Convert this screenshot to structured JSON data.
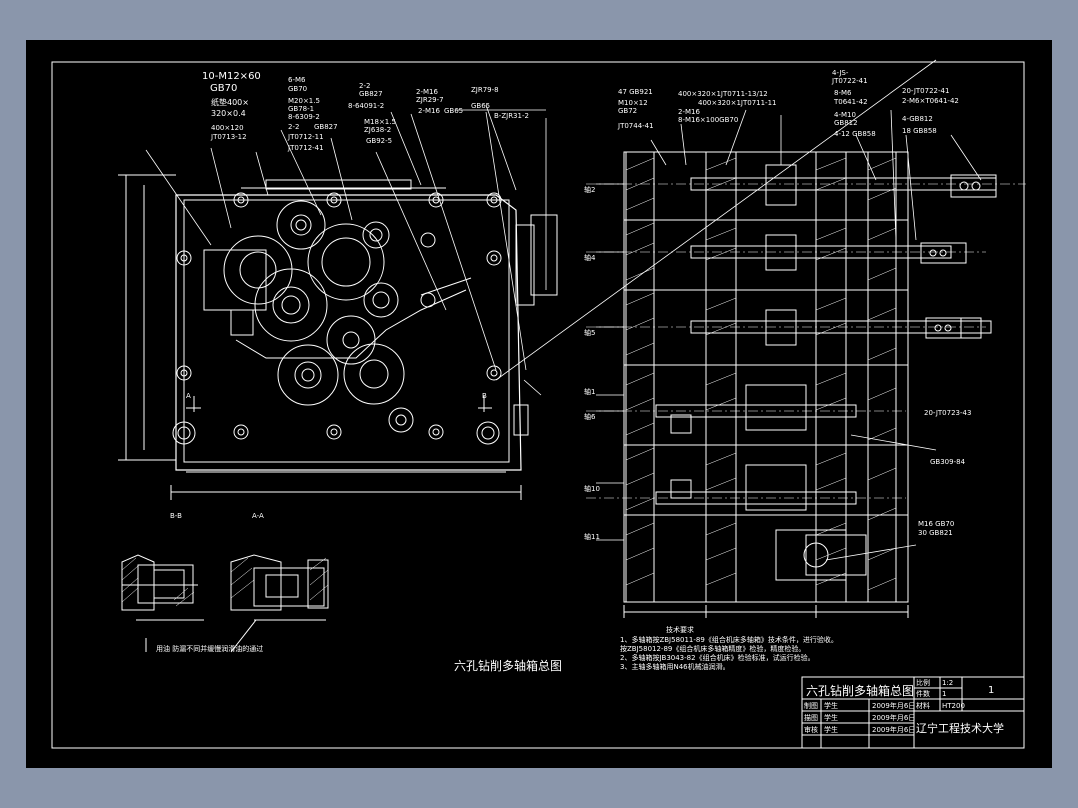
{
  "colors": {
    "frame_bg": "#8a96ab",
    "drawing_bg": "#000000",
    "line": "#ffffff"
  },
  "front_view": {
    "labels": {
      "bolt": "10-M12×60",
      "gb70": "GB70",
      "felt": "纸垫400×",
      "felt_size": "320×0.4",
      "part_a": "400×120",
      "part_a_code": "JT0713-12",
      "pin": "6-M6",
      "pin_gb": "GB70",
      "screw": "M20×1.5",
      "screw_gb": "GB78-1",
      "bearing": "8-6309-2",
      "bearing2": "2-2",
      "bearing2_gb": "GB827",
      "cover": "JT0712-11",
      "cover2": "JT0712-41",
      "ring": "2-2",
      "ring_gb": "GB827",
      "ring2": "8-64091-2",
      "nut": "M18×1.5",
      "nut_code": "ZJ638-2",
      "nut_gb": "GB92-5",
      "wash": "2-M16",
      "wash_code": "ZJR29-7",
      "wash2": "2-M16",
      "wash2_gb": "GB65",
      "plug": "ZJR79-8",
      "plug_gb": "GB65",
      "plug2": "B-ZJR31-2",
      "sec_a": "A",
      "sec_b": "B"
    }
  },
  "side_view": {
    "labels": {
      "a1": "47 GB921",
      "a2": "M10×12",
      "a3": "GB72",
      "a4": "JT0744-41",
      "b1": "400×320×1JT0711-13/12",
      "b2": "400×320×1JT0711-11",
      "b3": "2-M16",
      "b4": "8-M16×100GB70",
      "c1": "4-JS-",
      "c2": "JT0722-41",
      "c3": "8-M6",
      "c4": "T0641-42",
      "c5": "4-M10",
      "c6": "GB812",
      "c7": "4-12 GB858",
      "d1": "20-JT0722-41",
      "d2": "2-M6×T0641-42",
      "d3": "4-GB812",
      "d4": "18 GB858",
      "e1": "20-JT0723-43",
      "e2": "GB309-84",
      "f1": "M16 GB70",
      "f2": "30 GB821",
      "shafts": [
        "轴2",
        "轴4",
        "轴5",
        "轴1",
        "轴6",
        "轴10",
        "轴11"
      ]
    }
  },
  "sections": {
    "bb": "B-B",
    "aa": "A-A",
    "note": "用油  防漏不同并缓慢润滑油的通过"
  },
  "tech_req": {
    "heading": "技术要求",
    "lines": [
      "1、多轴箱按ZBJ58011-89《组合机床多轴箱》技术条件，进行验收。",
      "   按ZBJ58012-89《组合机床多轴箱精度》检验，精度检验。",
      "2、多轴箱按JB3043-82《组合机床》检验标准，试运行检验。",
      "3、主轴多轴箱用N46机械油润滑。"
    ]
  },
  "caption": "六孔钻削多轴箱总图",
  "title_block": {
    "name": "六孔钻削多轴箱总图",
    "ratio_label": "比例",
    "ratio": "1:2",
    "qty_label": "件数",
    "qty": "1",
    "sheet_no": "1",
    "material_label": "材料",
    "material": "HT200",
    "rows": [
      {
        "role": "制图",
        "name": "学生",
        "date": "2009年月6日"
      },
      {
        "role": "描图",
        "name": "学生",
        "date": "2009年月6日"
      },
      {
        "role": "审核",
        "name": "学生",
        "date": "2009年月6日"
      }
    ],
    "school": "辽宁工程技术大学"
  }
}
